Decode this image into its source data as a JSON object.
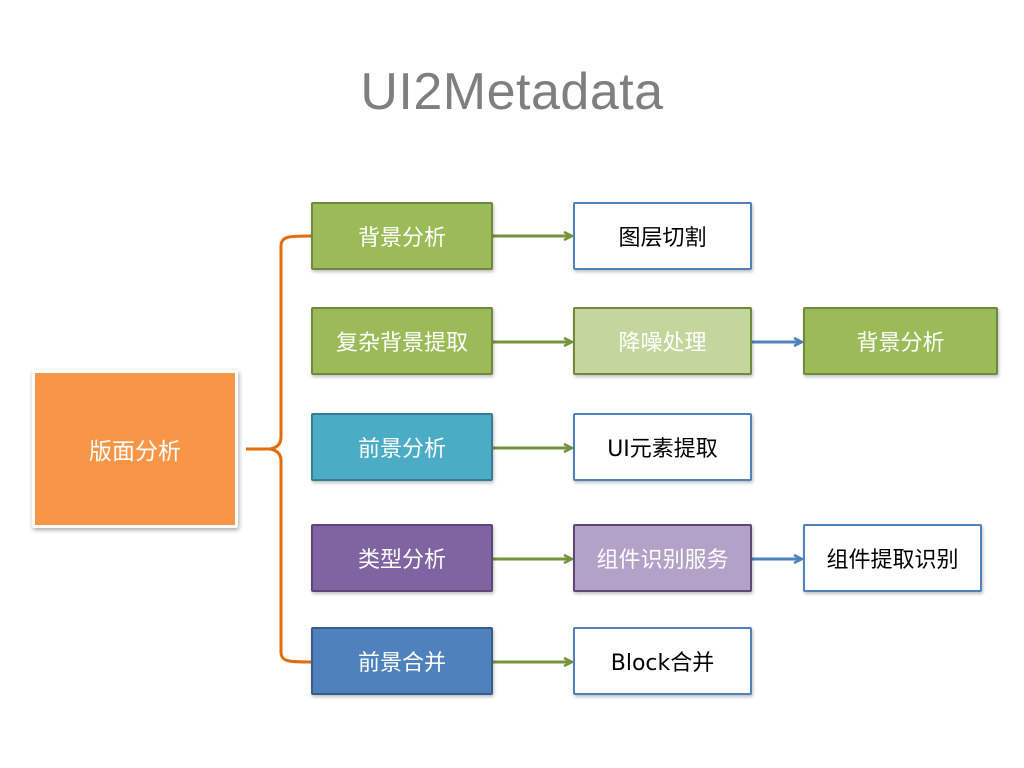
{
  "title": "UI2Metadata",
  "root": {
    "label": "版面分析",
    "color": "#f79646"
  },
  "rows": [
    {
      "primary": {
        "label": "背景分析",
        "color": "#9bbb59"
      },
      "secondary": {
        "label": "图层切割",
        "color": "#ffffff"
      }
    },
    {
      "primary": {
        "label": "复杂背景提取",
        "color": "#9bbb59"
      },
      "secondary": {
        "label": "降噪处理",
        "color": "#c3d69b"
      },
      "tertiary": {
        "label": "背景分析",
        "color": "#9bbb59"
      }
    },
    {
      "primary": {
        "label": "前景分析",
        "color": "#4bacc6"
      },
      "secondary": {
        "label": "UI元素提取",
        "color": "#ffffff"
      }
    },
    {
      "primary": {
        "label": "类型分析",
        "color": "#8064a2"
      },
      "secondary": {
        "label": "组件识别服务",
        "color": "#b2a2c7"
      },
      "tertiary": {
        "label": "组件提取识别",
        "color": "#ffffff"
      }
    },
    {
      "primary": {
        "label": "前景合并",
        "color": "#4f81bd"
      },
      "secondary": {
        "label": "Block合并",
        "color": "#ffffff"
      }
    }
  ],
  "colors": {
    "bracket": "#e46c0a",
    "arrow_green": "#77933c",
    "arrow_blue": "#4f81bd"
  }
}
